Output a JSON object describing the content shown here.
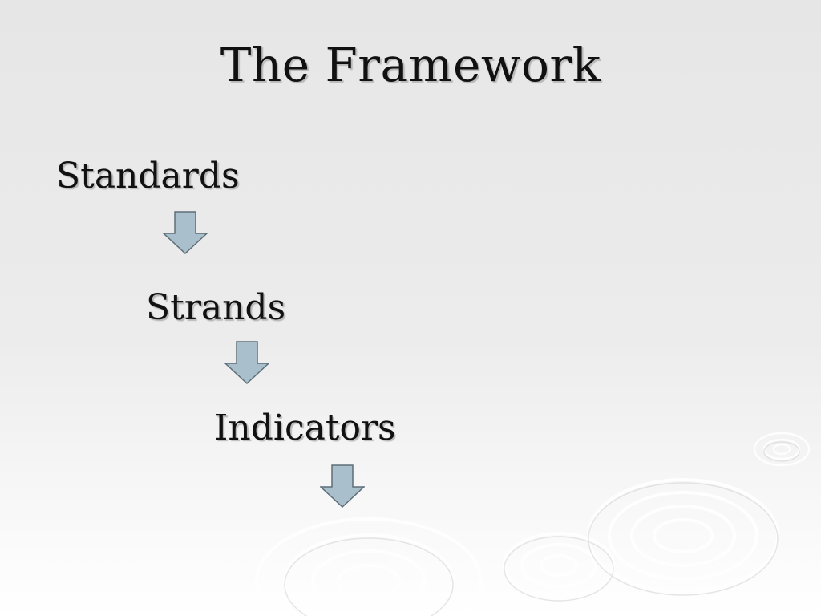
{
  "slide": {
    "title": "The Framework",
    "items": [
      {
        "label": "Standards"
      },
      {
        "label": "Strands"
      },
      {
        "label": "Indicators"
      }
    ],
    "arrow_icon": "down-arrow-icon",
    "colors": {
      "text": "#111111",
      "arrow_fill": "#a9bfcc",
      "arrow_stroke": "#5f6f78"
    }
  }
}
